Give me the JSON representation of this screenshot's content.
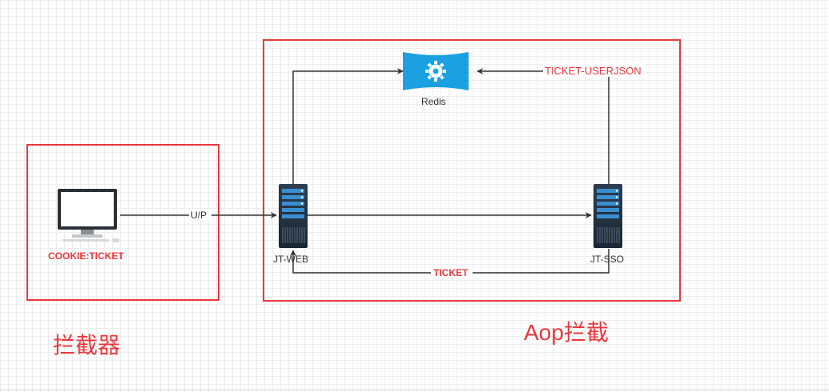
{
  "colors": {
    "frame_red": "#e8383d",
    "connector": "#333333",
    "redis_blue": "#1ba1e2",
    "label_dark": "#333333",
    "label_red": "#e8383d"
  },
  "icons": {
    "client": "desktop-monitor-icon",
    "redis": "gear-banner-icon",
    "server": "server-rack-icon"
  },
  "nodes": {
    "client_label": "COOKIE:TICKET",
    "redis_label": "Redis",
    "web_label": "JT-WEB",
    "sso_label": "JT-SSO"
  },
  "edges": {
    "client_to_web": "U/P",
    "sso_to_redis": "TICKET-USERJSON",
    "sso_to_web": "TICKET"
  },
  "groups": {
    "left_title": "拦截器",
    "right_title": "Aop拦截"
  }
}
